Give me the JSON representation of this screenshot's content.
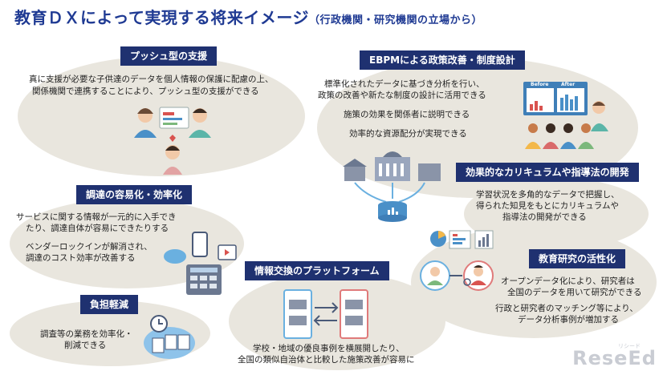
{
  "title": {
    "main": "教育ＤＸによって実現する将来イメージ",
    "sub": "（行政機関・研究機関の立場から）"
  },
  "sections": {
    "push": {
      "heading": "プッシュ型の支援",
      "line1": "真に支援が必要な子供達のデータを個人情報の保護に配慮の上、",
      "line2": "関係機関で連携することにより、プッシュ型の支援ができる"
    },
    "procure": {
      "heading": "調達の容易化・効率化",
      "line1": "サービスに関する情報が一元的に入手でき",
      "line2": "たり、調達自体が容易にできたりする",
      "line3": "ベンダーロックインが解消され、",
      "line4": "調達のコスト効率が改善する"
    },
    "burden": {
      "heading": "負担軽減",
      "line1": "調査等の業務を効率化・",
      "line2": "削減できる"
    },
    "platform": {
      "heading": "情報交換のプラットフォーム",
      "line1": "学校・地域の優良事例を横展開したり、",
      "line2": "全国の類似自治体と比較した施策改善が容易に"
    },
    "ebpm": {
      "heading": "EBPMによる政策改善・制度設計",
      "line1": "標準化されたデータに基づき分析を行い、",
      "line2": "政策の改善や新たな制度の設計に活用できる",
      "line3": "施策の効果を関係者に説明できる",
      "line4": "効率的な資源配分が実現できる",
      "before_label": "Before",
      "after_label": "After"
    },
    "curriculum": {
      "heading": "効果的なカリキュラムや指導法の開発",
      "line1": "学習状況を多角的なデータで把握し、",
      "line2": "得られた知見をもとにカリキュラムや",
      "line3": "指導法の開発ができる"
    },
    "research": {
      "heading": "教育研究の活性化",
      "line1": "オープンデータ化により、研究者は",
      "line2": "全国のデータを用いて研究ができる",
      "line3": "行政と研究者のマッチング等により、",
      "line4": "データ分析事例が増加する"
    }
  },
  "watermark": {
    "main": "ReseEd",
    "sub": "リシード"
  },
  "colors": {
    "navy": "#1f3170",
    "title": "#1f3a93",
    "blob": "#e9e6de",
    "accent_red": "#d9534f",
    "accent_blue": "#4a90c8"
  }
}
